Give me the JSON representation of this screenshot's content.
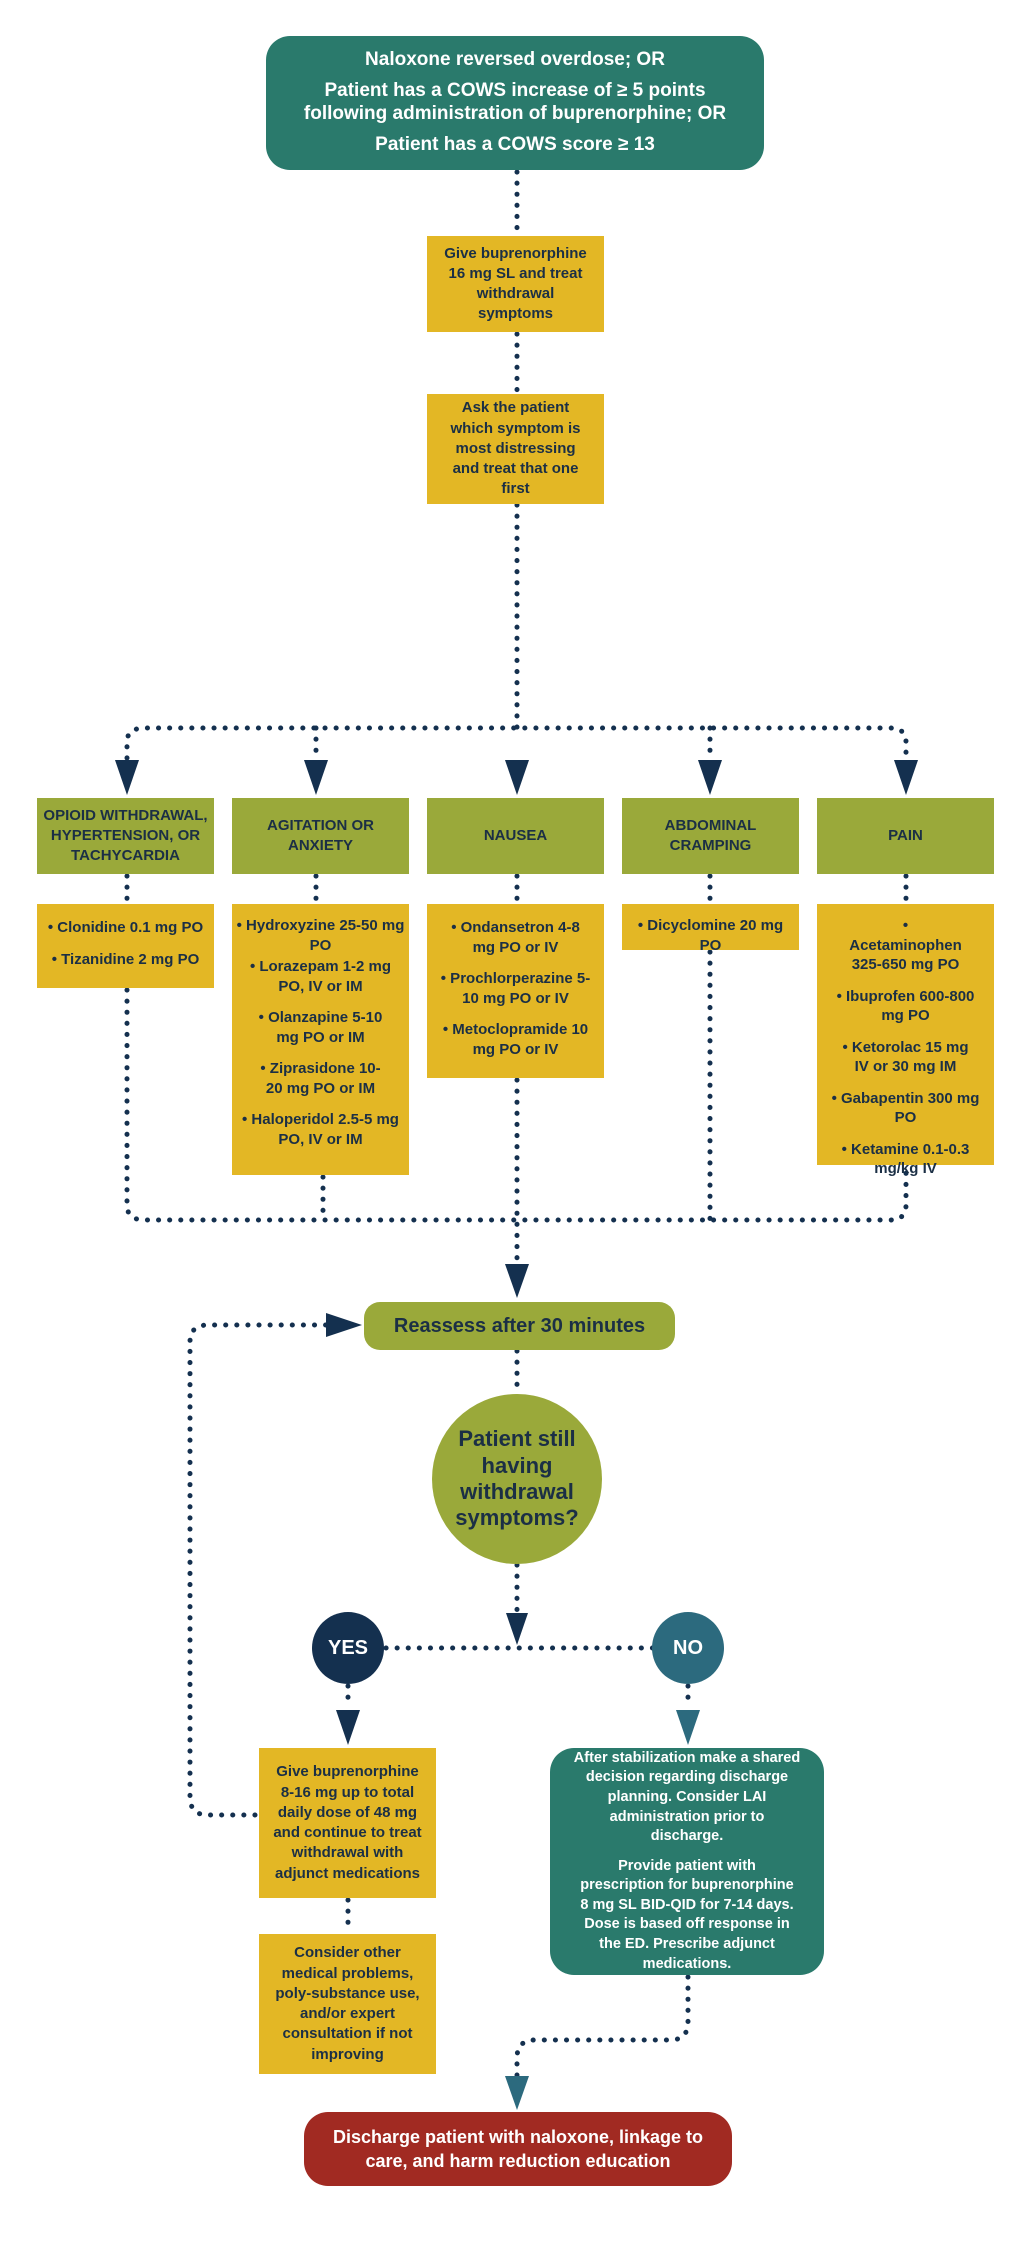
{
  "colors": {
    "teal": "#2a7a6c",
    "yellow": "#e3b725",
    "olive": "#9aa93a",
    "navy": "#14304f",
    "slate": "#2c6a7e",
    "red": "#a12a22",
    "connector": "#14304f"
  },
  "start": {
    "lines": [
      "Naloxone reversed overdose; OR",
      "Patient has a COWS increase of ≥ 5 points following administration of buprenorphine; OR",
      "Patient has a COWS score ≥ 13"
    ]
  },
  "step_give": "Give buprenorphine 16 mg SL and treat withdrawal symptoms",
  "step_ask": "Ask the patient which symptom is most distressing and treat that one first",
  "categories": [
    {
      "title": "OPIOID WITHDRAWAL, HYPERTENSION, OR TACHYCARDIA",
      "meds": [
        "• Clonidine 0.1 mg PO",
        "• Tizanidine 2 mg PO"
      ]
    },
    {
      "title": "AGITATION OR ANXIETY",
      "meds": [
        "• Hydroxyzine 25-50 mg PO",
        "• Lorazepam 1-2 mg PO, IV or IM",
        "• Olanzapine 5-10 mg PO or IM",
        "• Ziprasidone 10-20 mg PO or IM",
        "• Haloperidol 2.5-5 mg PO, IV or IM"
      ]
    },
    {
      "title": "NAUSEA",
      "meds": [
        "• Ondansetron 4-8 mg PO or IV",
        "• Prochlorperazine 5-10 mg PO or IV",
        "• Metoclopramide 10 mg PO or IV"
      ]
    },
    {
      "title": "ABDOMINAL CRAMPING",
      "meds": [
        "• Dicyclomine 20 mg PO"
      ]
    },
    {
      "title": "PAIN",
      "meds": [
        "• Acetaminophen 325-650 mg PO",
        "• Ibuprofen 600-800 mg PO",
        "• Ketorolac 15 mg IV or 30 mg IM",
        "• Gabapentin 300 mg PO",
        "• Ketamine 0.1-0.3 mg/kg IV"
      ]
    }
  ],
  "reassess": "Reassess after 30 minutes",
  "question": "Patient still having withdrawal symptoms?",
  "yes": "YES",
  "no": "NO",
  "yes_action": "Give buprenorphine 8-16 mg up to total daily dose of 48 mg and continue to treat withdrawal with adjunct medications",
  "yes_consider": "Consider other medical problems, poly-substance use, and/or expert consultation if not improving",
  "no_action": [
    "After stabilization make a shared decision regarding discharge planning. Consider LAI administration prior to discharge.",
    "Provide patient with prescription for buprenorphine 8 mg SL BID-QID for 7-14 days. Dose is based off response in the ED. Prescribe adjunct medications."
  ],
  "discharge": "Discharge patient with naloxone, linkage to care, and harm reduction education"
}
